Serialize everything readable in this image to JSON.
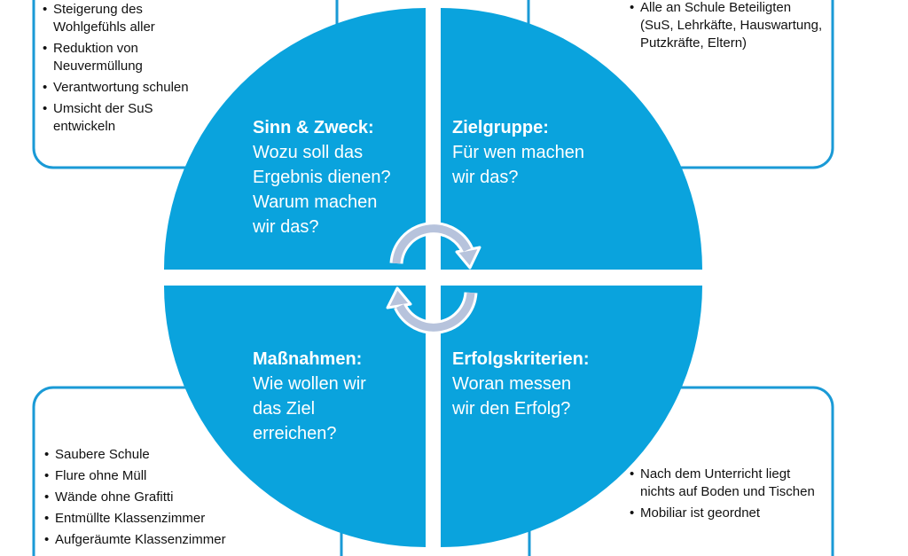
{
  "colors": {
    "blue": "#0aa3dd",
    "border": "#1a9ad6",
    "arrow": "#b7c3dc"
  },
  "quadrants": {
    "purpose": {
      "title": "Sinn & Zweck:",
      "question": "Wozu soll das\nErgebnis dienen?\nWarum machen\nwir das?"
    },
    "audience": {
      "title": "Zielgruppe:",
      "question": "Für wen machen\nwir das?"
    },
    "measures": {
      "title": "Maßnahmen:",
      "question": "Wie wollen wir\ndas Ziel\nerreichen?"
    },
    "criteria": {
      "title": "Erfolgskriterien:",
      "question": "Woran messen\nwir den Erfolg?"
    }
  },
  "boxes": {
    "purpose": [
      "Steigerung des Wohlgefühls aller",
      "Reduktion von Neuvermüllung",
      "Verantwortung schulen",
      "Umsicht der SuS entwickeln"
    ],
    "audience": [
      "Alle an Schule Beteiligten (SuS, Lehrkäfte, Hauswartung, Putzkräfte, Eltern)"
    ],
    "measures": [
      "Saubere Schule",
      "Flure ohne Müll",
      "Wände ohne Grafitti",
      "Entmüllte Klassenzimmer",
      "Aufgeräumte Klassenzimmer"
    ],
    "criteria": [
      "Nach dem Unterricht liegt nichts auf Boden und Tischen",
      "Mobiliar ist geordnet"
    ]
  },
  "icons": {
    "cycle_top": "arrow-clockwise-arc",
    "cycle_bottom": "arrow-clockwise-arc"
  }
}
